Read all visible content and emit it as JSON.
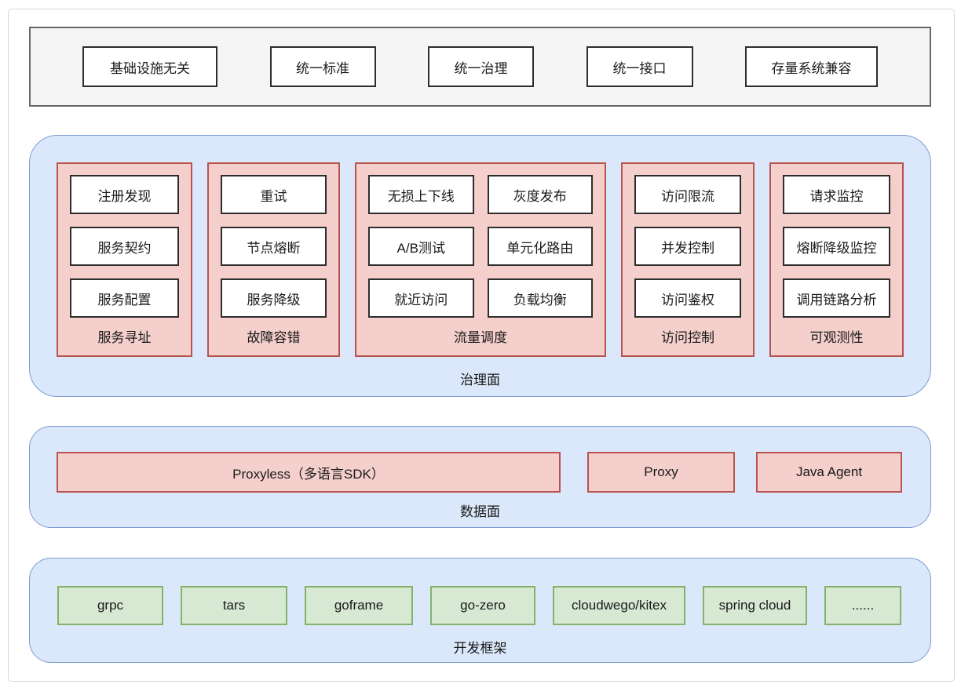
{
  "principles": {
    "items": [
      "基础设施无关",
      "统一标准",
      "统一治理",
      "统一接口",
      "存量系统兼容"
    ]
  },
  "governance_plane": {
    "label": "治理面",
    "groups": [
      {
        "label": "服务寻址",
        "items": [
          "注册发现",
          "服务契约",
          "服务配置"
        ]
      },
      {
        "label": "故障容错",
        "items": [
          "重试",
          "节点熔断",
          "服务降级"
        ]
      },
      {
        "label": "流量调度",
        "items": [
          "无损上下线",
          "灰度发布",
          "A/B测试",
          "单元化路由",
          "就近访问",
          "负载均衡"
        ]
      },
      {
        "label": "访问控制",
        "items": [
          "访问限流",
          "并发控制",
          "访问鉴权"
        ]
      },
      {
        "label": "可观测性",
        "items": [
          "请求监控",
          "熔断降级监控",
          "调用链路分析"
        ]
      }
    ]
  },
  "data_plane": {
    "label": "数据面",
    "items": [
      "Proxyless（多语言SDK）",
      "Proxy",
      "Java Agent"
    ]
  },
  "dev_frameworks": {
    "label": "开发框架",
    "items": [
      "grpc",
      "tars",
      "goframe",
      "go-zero",
      "cloudwego/kitex",
      "spring cloud",
      "......"
    ]
  },
  "colors": {
    "plane_fill": "#dbe8fb",
    "plane_border": "#7d9bd0",
    "group_fill": "#f4cfcb",
    "group_border": "#b85450",
    "framework_fill": "#d7e8d3",
    "framework_border": "#84b368",
    "principles_bar_fill": "#f5f5f5",
    "principles_bar_border": "#686868",
    "node_border": "#2d2d2d"
  }
}
